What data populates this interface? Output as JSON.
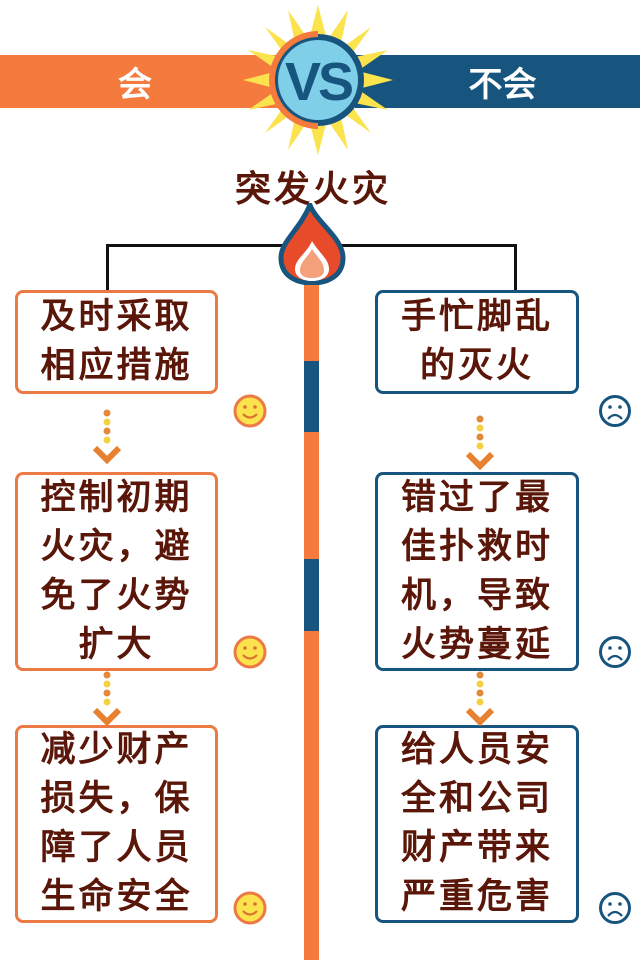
{
  "header": {
    "left_label": "会",
    "right_label": "不会",
    "vs_label": "VS"
  },
  "title": "突发火灾",
  "left_column": {
    "mood": "smile-icon",
    "steps": [
      {
        "text": "及时采取相应措施"
      },
      {
        "text": "控制初期火灾，避免了火势扩大"
      },
      {
        "text": "减少财产损失，保障了人员生命安全"
      }
    ]
  },
  "right_column": {
    "mood": "frown-icon",
    "steps": [
      {
        "text": "手忙脚乱的灭火"
      },
      {
        "text": "错过了最佳扑救时机，导致火势蔓延"
      },
      {
        "text": "给人员安全和公司财产带来严重危害"
      }
    ]
  },
  "colors": {
    "orange": "#f47a3e",
    "blue": "#17557f",
    "text": "#5a1608",
    "yellow": "#fbe34d"
  }
}
